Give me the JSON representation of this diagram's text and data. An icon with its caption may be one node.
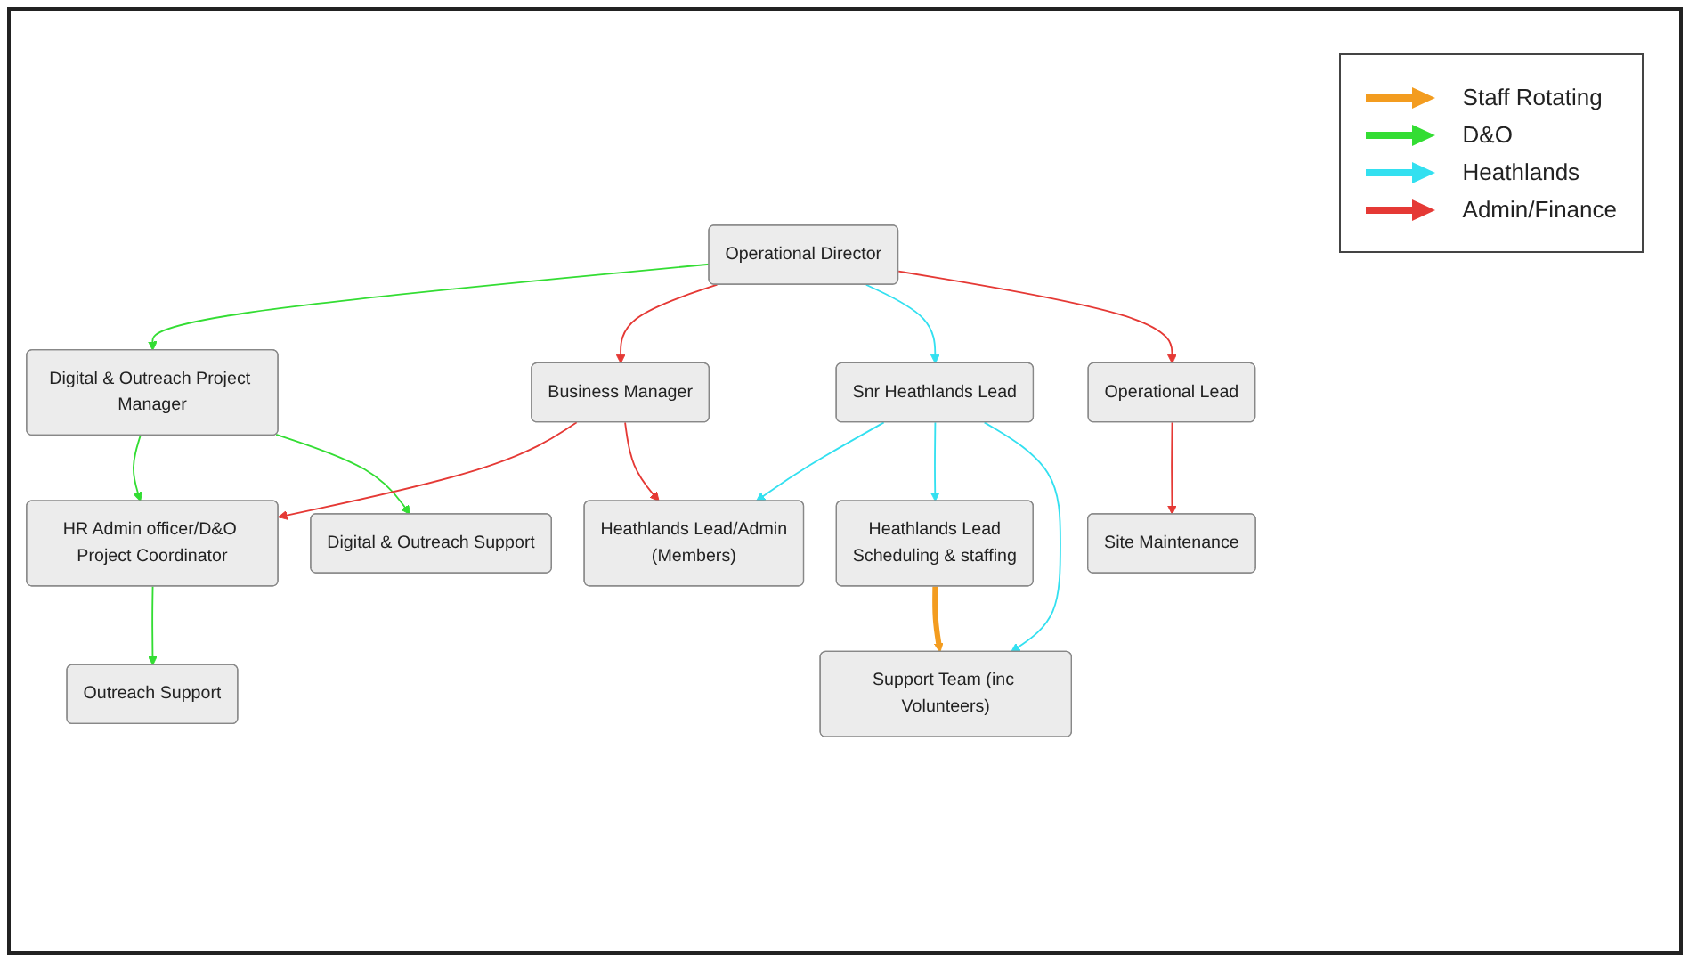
{
  "diagram": {
    "nodes": [
      {
        "text": [
          "Operational Director"
        ]
      },
      {
        "text": [
          "Digital & Outreach Project Manager"
        ]
      },
      {
        "text": [
          "Business Manager"
        ]
      },
      {
        "text": [
          "Snr Heathlands Lead"
        ]
      },
      {
        "text": [
          "HR Admin officer/D&O Project Coordinator"
        ]
      },
      {
        "text": [
          "Heathlands Lead/Admin",
          "(Members)"
        ]
      },
      {
        "text": [
          "Heathlands Lead",
          "Scheduling & staffing"
        ]
      },
      {
        "text": [
          "Operational Lead"
        ]
      },
      {
        "text": [
          "Digital & Outreach Support"
        ]
      },
      {
        "text": [
          "Outreach Support"
        ]
      },
      {
        "text": [
          "Support Team (inc Volunteers)"
        ]
      },
      {
        "text": [
          "Site Maintenance"
        ]
      }
    ],
    "edges": [
      {
        "from": 0,
        "to": 1,
        "arrow": "to",
        "color": "#33dd33"
      },
      {
        "from": 0,
        "to": 2,
        "arrow": "to",
        "color": "#e53935"
      },
      {
        "from": 0,
        "to": 3,
        "arrow": "to",
        "color": "#33e0f0"
      },
      {
        "from": 0,
        "to": 7,
        "arrow": "to",
        "color": "#e53935"
      },
      {
        "from": 1,
        "to": 4,
        "arrow": "to",
        "color": "#33dd33"
      },
      {
        "from": 1,
        "to": 8,
        "arrow": "to",
        "color": "#33dd33"
      },
      {
        "from": 2,
        "to": 4,
        "arrow": "to",
        "color": "#e53935"
      },
      {
        "from": 2,
        "to": 5,
        "arrow": "to",
        "color": "#e53935"
      },
      {
        "from": 3,
        "to": 5,
        "arrow": "to",
        "color": "#33e0f0"
      },
      {
        "from": 3,
        "to": 6,
        "arrow": "to",
        "color": "#33e0f0"
      },
      {
        "from": 3,
        "to": 10,
        "arrow": "to",
        "color": "#33e0f0"
      },
      {
        "from": 4,
        "to": 9,
        "arrow": "to",
        "color": "#33dd33"
      },
      {
        "from": 6,
        "to": 10,
        "arrow": "to",
        "style": "thick",
        "color": "#f39c1f"
      },
      {
        "from": 7,
        "to": 11,
        "arrow": "to",
        "color": "#e53935"
      }
    ],
    "legend": [
      {
        "text": "Staff Rotating",
        "color": "#f39c1f"
      },
      {
        "text": "D&O",
        "color": "#33dd33"
      },
      {
        "text": "Heathlands",
        "color": "#33e0f0"
      },
      {
        "text": "Admin/Finance",
        "color": "#e53935"
      }
    ]
  }
}
